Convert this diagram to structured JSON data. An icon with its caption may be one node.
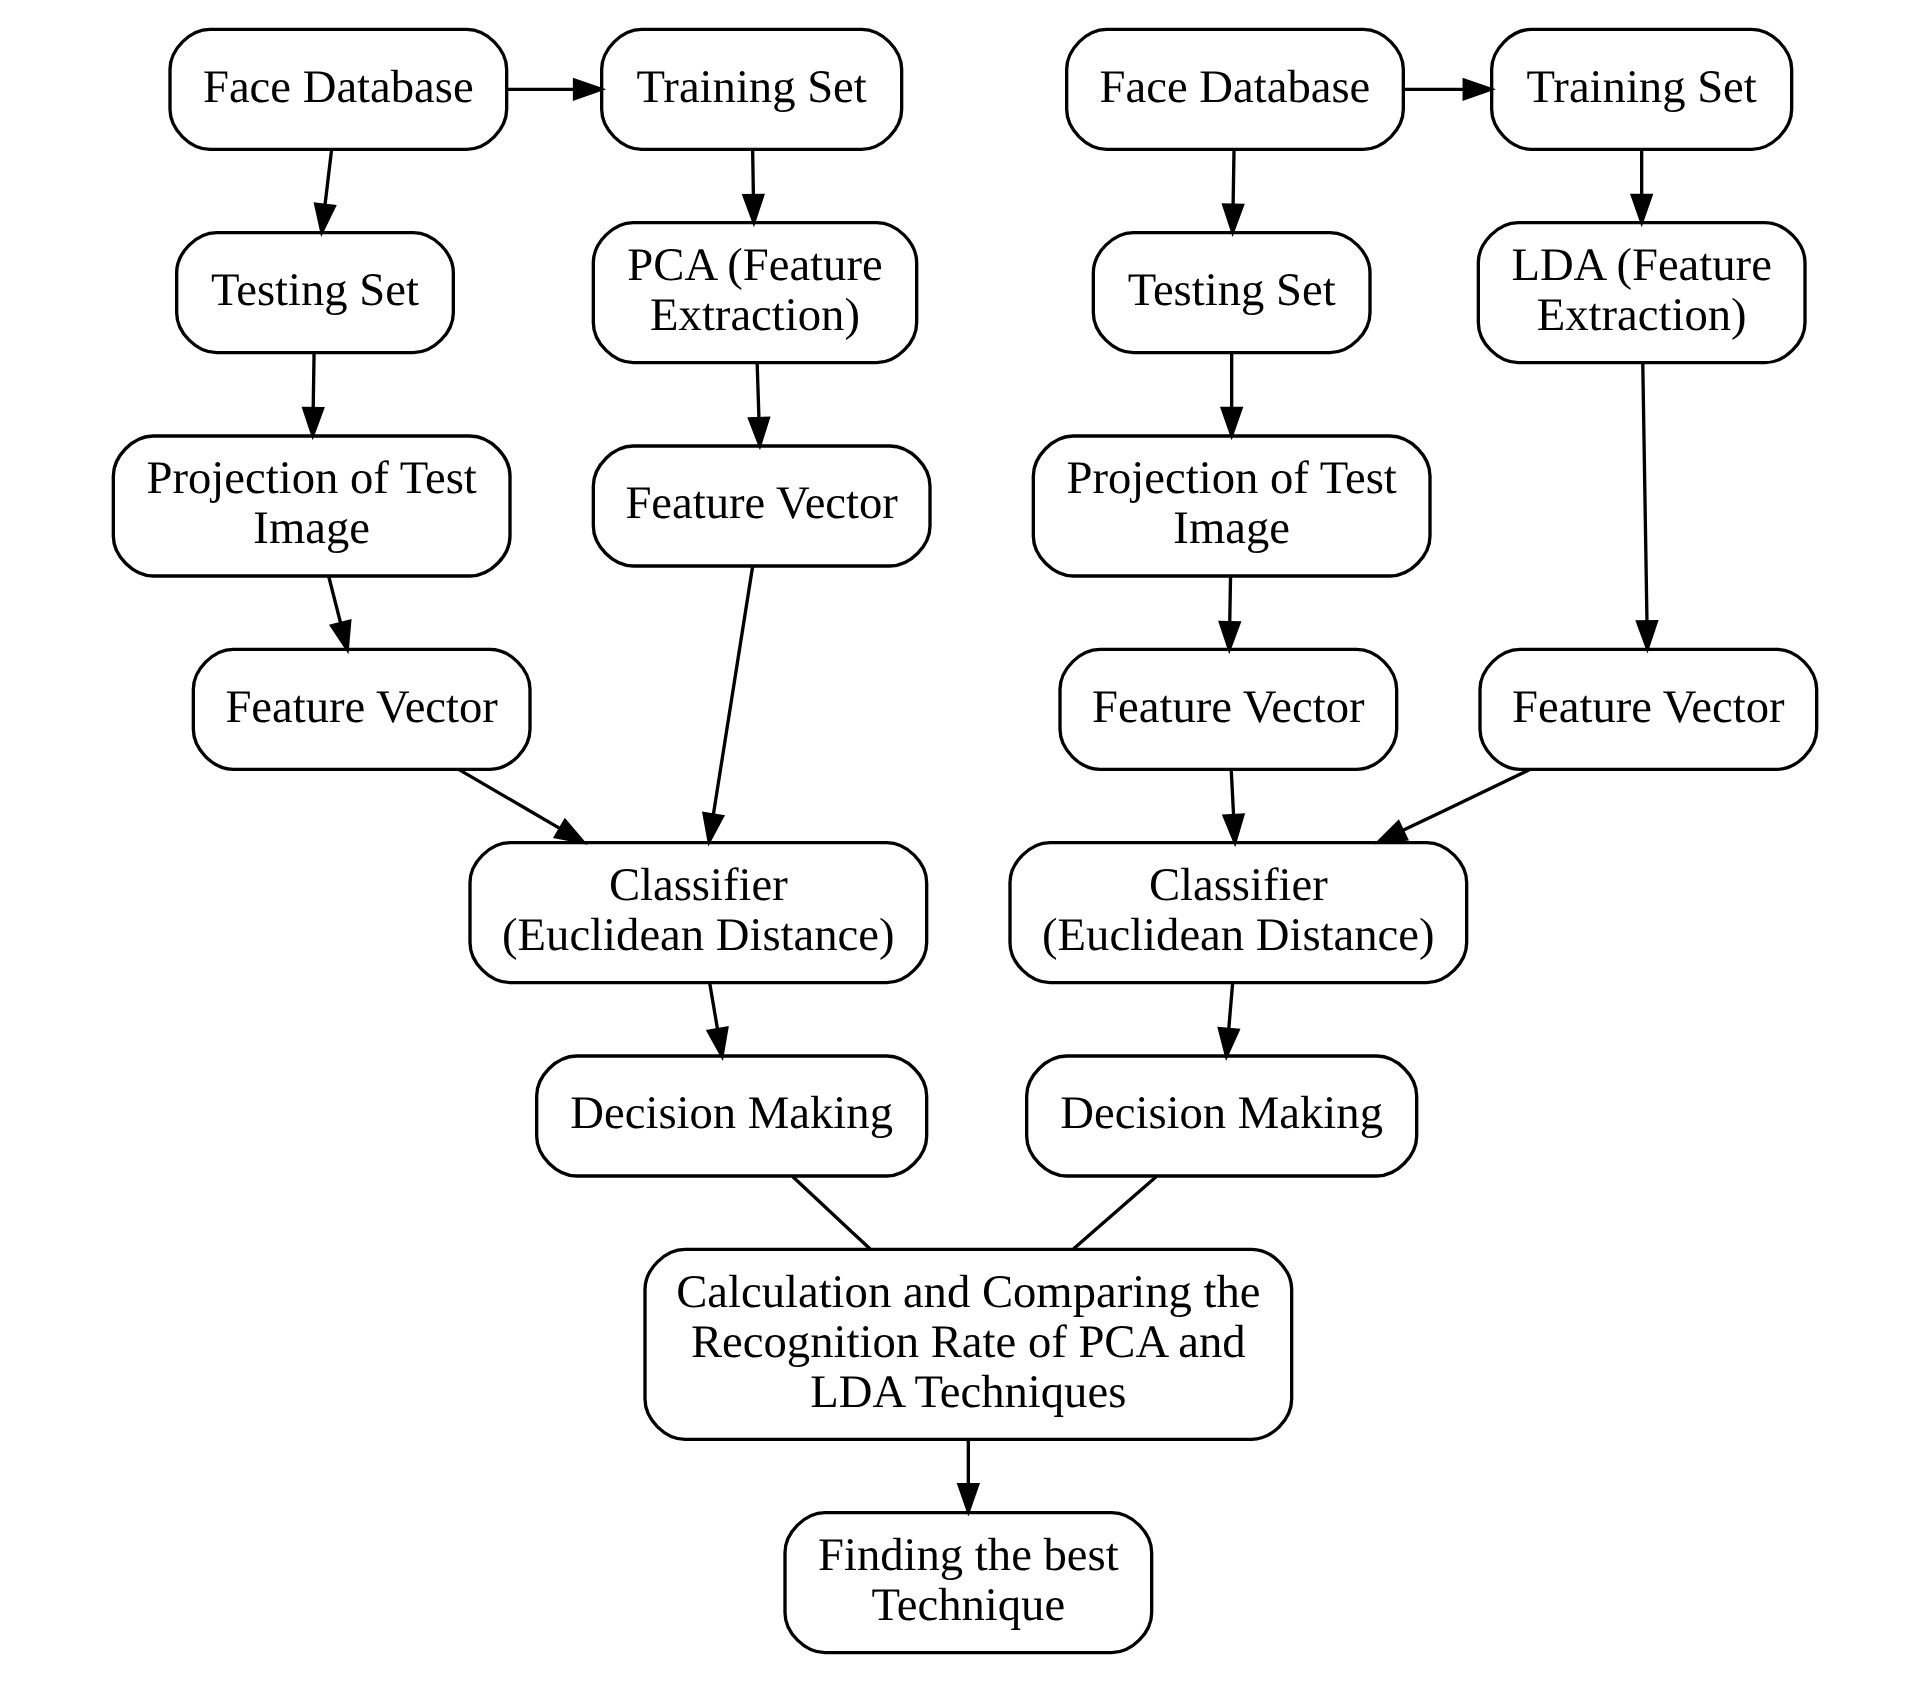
{
  "diagram": {
    "nodes": [
      {
        "text": [
          "Face Database"
        ]
      },
      {
        "text": [
          "Training Set"
        ]
      },
      {
        "text": [
          "Testing Set"
        ]
      },
      {
        "text": [
          "Projection of Test Image"
        ]
      },
      {
        "text": [
          "PCA (Feature Extraction)"
        ]
      },
      {
        "text": [
          "Feature Vector"
        ]
      },
      {
        "text": [
          "Feature Vector"
        ]
      },
      {
        "text": [
          "Classifier (Euclidean Distance)"
        ]
      },
      {
        "text": [
          "Decision Making"
        ]
      },
      {
        "text": [
          "Face Database"
        ]
      },
      {
        "text": [
          "Training Set"
        ]
      },
      {
        "text": [
          "Testing Set"
        ]
      },
      {
        "text": [
          "Projection of Test Image"
        ]
      },
      {
        "text": [
          "LDA (Feature Extraction)"
        ]
      },
      {
        "text": [
          "Feature Vector"
        ]
      },
      {
        "text": [
          "Feature Vector"
        ]
      },
      {
        "text": [
          "Classifier (Euclidean Distance)"
        ]
      },
      {
        "text": [
          "Decision Making"
        ]
      },
      {
        "text": [
          "Calculation and Comparing the Recognition Rate of PCA and LDA Techniques"
        ]
      },
      {
        "text": [
          "Finding the best Technique"
        ]
      }
    ],
    "edges": [
      {
        "from": 0,
        "to": 1,
        "arrow": "to"
      },
      {
        "from": 0,
        "to": 2,
        "arrow": "to"
      },
      {
        "from": 2,
        "to": 3,
        "arrow": "to"
      },
      {
        "from": 1,
        "to": 4,
        "arrow": "to"
      },
      {
        "from": 3,
        "to": 5,
        "arrow": "to"
      },
      {
        "from": 4,
        "to": 6,
        "arrow": "to"
      },
      {
        "from": 5,
        "to": 7,
        "arrow": "to"
      },
      {
        "from": 6,
        "to": 7,
        "arrow": "to"
      },
      {
        "from": 7,
        "to": 8,
        "arrow": "to"
      },
      {
        "from": 9,
        "to": 10,
        "arrow": "to"
      },
      {
        "from": 9,
        "to": 11,
        "arrow": "to"
      },
      {
        "from": 11,
        "to": 12,
        "arrow": "to"
      },
      {
        "from": 10,
        "to": 13,
        "arrow": "to"
      },
      {
        "from": 12,
        "to": 14,
        "arrow": "to"
      },
      {
        "from": 13,
        "to": 15,
        "arrow": "to"
      },
      {
        "from": 14,
        "to": 16,
        "arrow": "to"
      },
      {
        "from": 15,
        "to": 16,
        "arrow": "to"
      },
      {
        "from": 16,
        "to": 17,
        "arrow": "to"
      },
      {
        "from": 8,
        "to": 18,
        "arrow": "none"
      },
      {
        "from": 17,
        "to": 18,
        "arrow": "none"
      },
      {
        "from": 18,
        "to": 19,
        "arrow": "to"
      }
    ]
  }
}
